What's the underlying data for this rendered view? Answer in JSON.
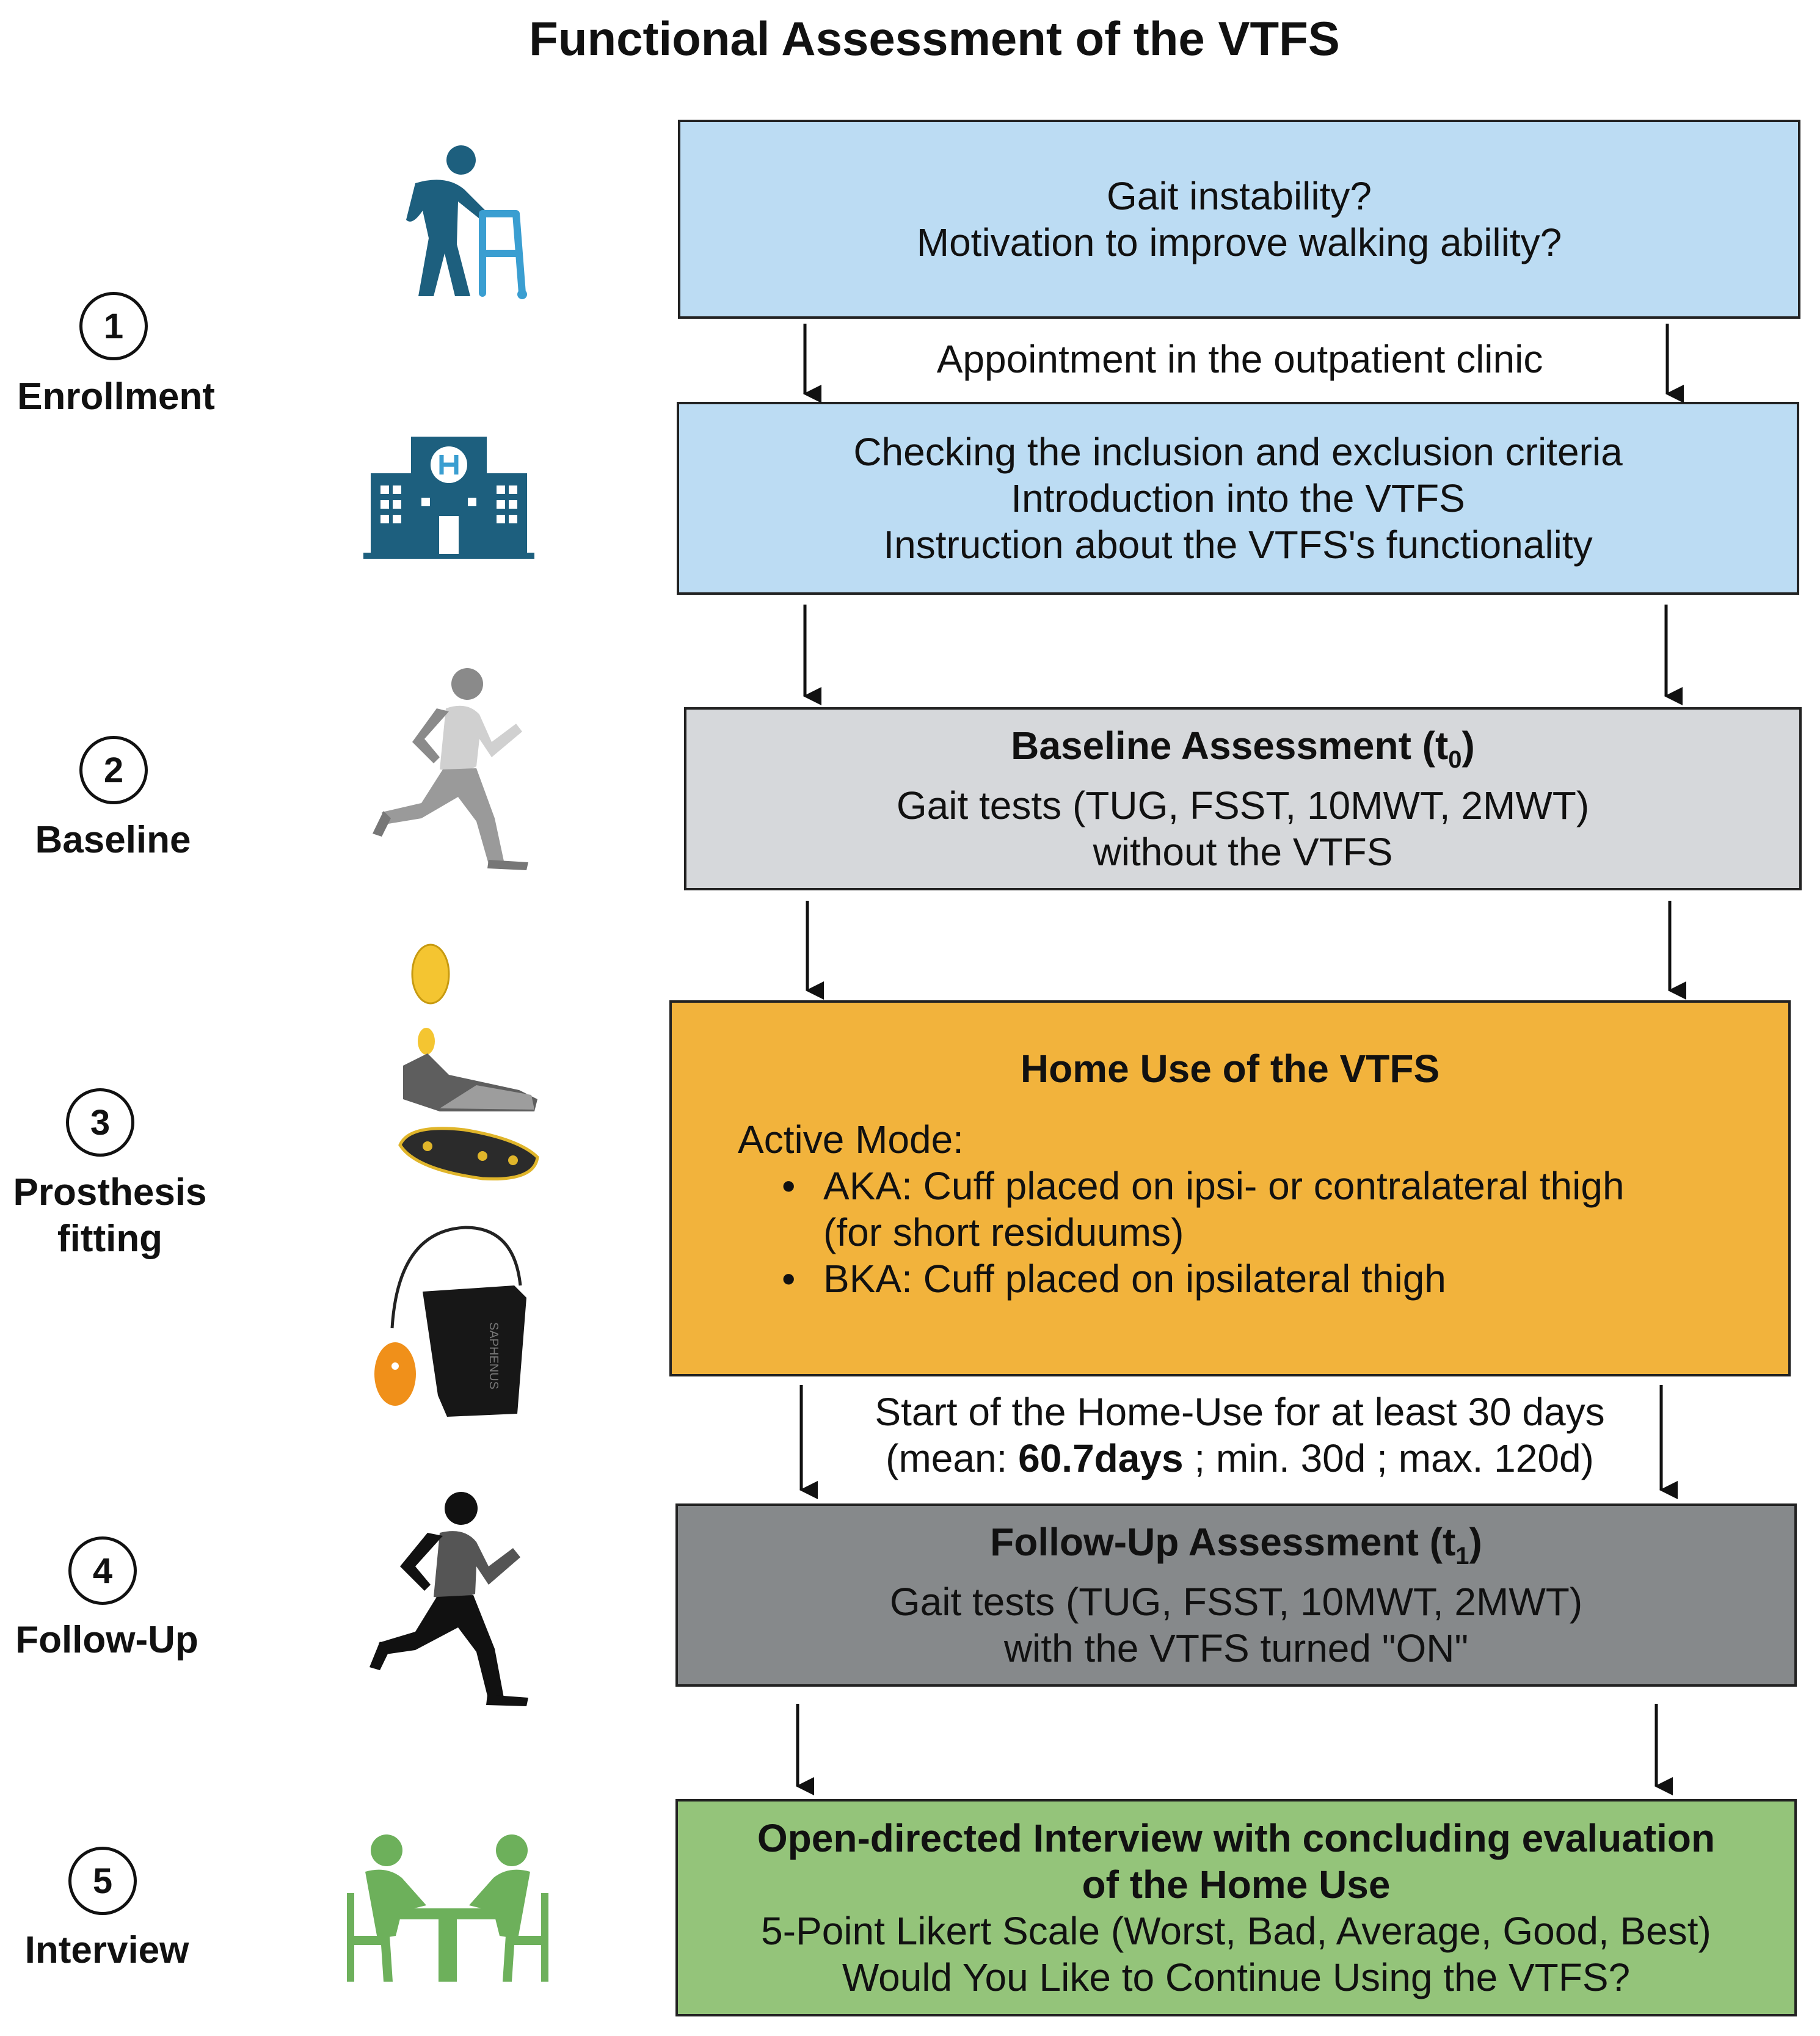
{
  "title": "Functional Assessment of the VTFS",
  "steps": [
    {
      "num": "1",
      "label": "Enrollment"
    },
    {
      "num": "2",
      "label": "Baseline"
    },
    {
      "num": "3",
      "label": "Prosthesis fitting"
    },
    {
      "num": "4",
      "label": "Follow-Up"
    },
    {
      "num": "5",
      "label": "Interview"
    }
  ],
  "boxes": {
    "gait_question": {
      "line1": "Gait instability?",
      "line2": "Motivation to improve walking ability?"
    },
    "appointment": "Appointment in the outpatient clinic",
    "clinic_check": {
      "line1": "Checking the inclusion and exclusion criteria",
      "line2": "Introduction into the VTFS",
      "line3": "Instruction about the VTFS's functionality"
    },
    "baseline": {
      "title": "Baseline Assessment (t",
      "sub": "0",
      "close": ")",
      "line2": "Gait tests (TUG, FSST, 10MWT, 2MWT)",
      "line3": "without the VTFS"
    },
    "home_use": {
      "title": "Home Use of the VTFS",
      "mode": "Active Mode:",
      "bullet1_a": "AKA: Cuff placed on ipsi- or contralateral thigh",
      "bullet1_b": "(for short residuums)",
      "bullet2": "BKA: Cuff placed on ipsilateral thigh"
    },
    "home_start": {
      "line1": "Start of the Home-Use for at least 30 days",
      "pre": "(mean: ",
      "bold": "60.7days",
      "post": " ; min. 30d ; max. 120d)"
    },
    "followup": {
      "title": "Follow-Up Assessment (t",
      "sub": "1",
      "close": ")",
      "line2": "Gait tests (TUG, FSST, 10MWT, 2MWT)",
      "line3": "with the VTFS turned \"ON\""
    },
    "interview": {
      "line1": "Open-directed Interview with concluding evaluation",
      "line2": "of the Home Use",
      "line3": "5-Point Likert Scale (Worst, Bad, Average, Good, Best)",
      "line4": "Would You Like to Continue Using the VTFS?"
    }
  },
  "icon_text": {
    "device_brand": "SAPHENUS"
  },
  "colors": {
    "blue": "#bcdcf3",
    "light_gray": "#d6d8db",
    "orange": "#f2b33c",
    "dark_gray": "#86898b",
    "green": "#94c47a",
    "icon_teal": "#1d5f7e",
    "icon_green": "#6db05b"
  }
}
